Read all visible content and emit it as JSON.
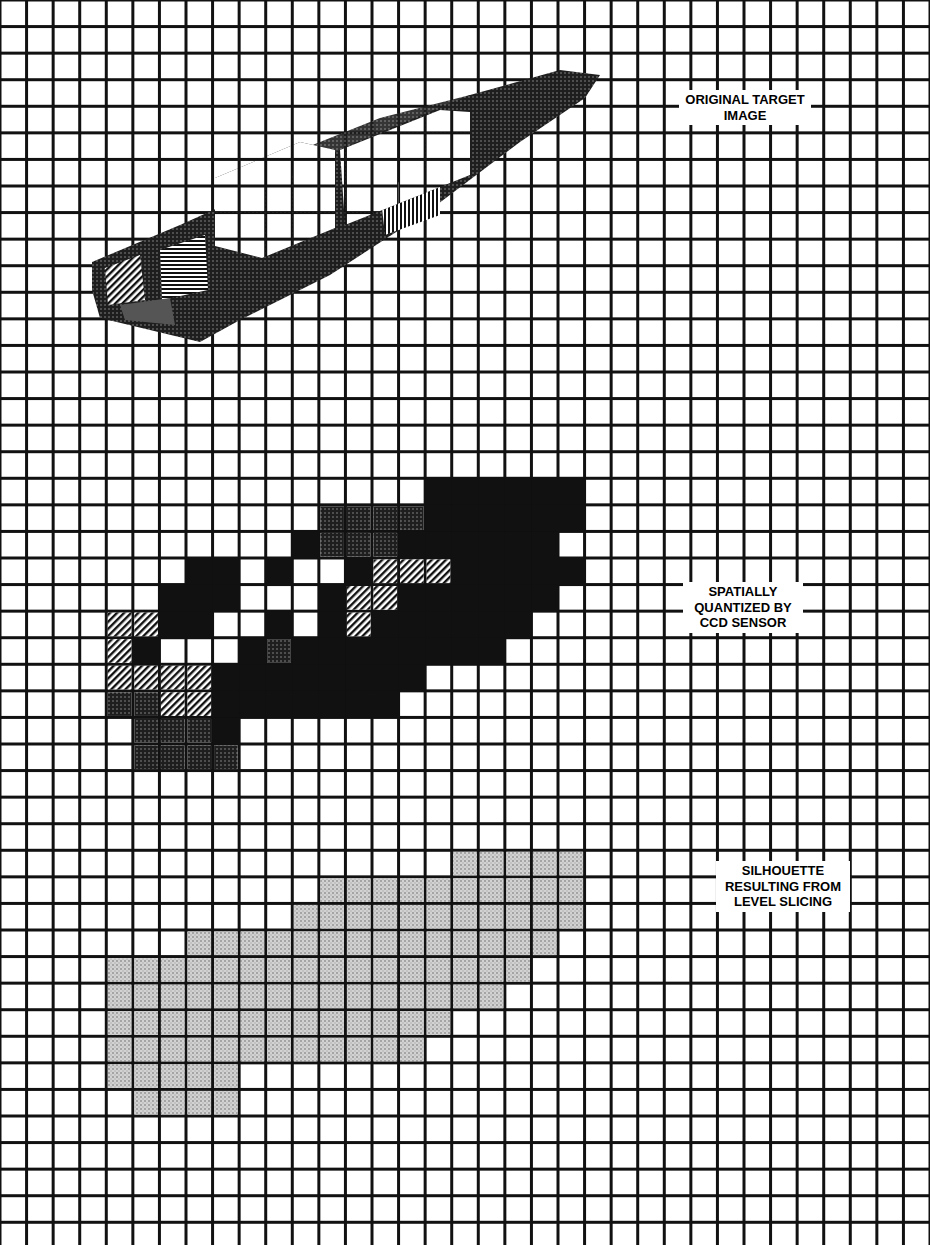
{
  "diagram": {
    "labels": [
      "ORIGINAL TARGET IMAGE",
      "SPATIALLY QUANTIZED BY CCD SENSOR",
      "SILHOUETTE RESULTING FROM LEVEL SLICING"
    ]
  }
}
